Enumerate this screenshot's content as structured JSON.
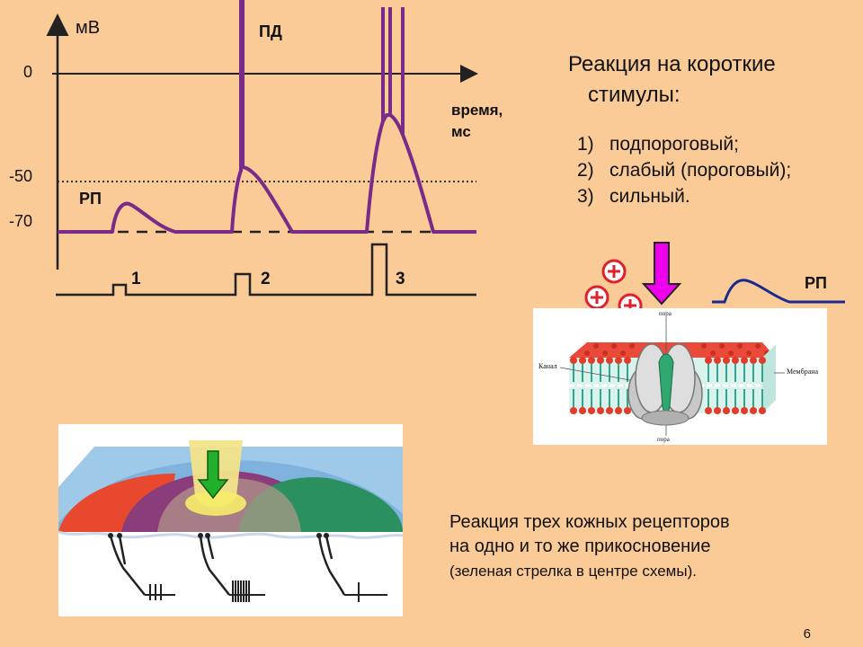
{
  "graph": {
    "y_unit": "мВ",
    "x_unit": "время,\nмс",
    "tick_zero": "0",
    "tick_minus50": "-50",
    "tick_minus70": "-70",
    "label_rp": "РП",
    "label_pd": "ПД",
    "stimulus_labels": [
      "1",
      "2",
      "3"
    ]
  },
  "right_text": {
    "title_line1": "Реакция на короткие",
    "title_line2": "стимулы:",
    "items": [
      {
        "num": "1)",
        "text": "подпороговый;"
      },
      {
        "num": "2)",
        "text": "слабый (пороговый);"
      },
      {
        "num": "3)",
        "text": "сильный."
      }
    ]
  },
  "membrane": {
    "rp_label": "РП",
    "label_channel": "Канал",
    "label_membrane": "Мембрана",
    "label_pore_top": "пора",
    "label_pore_bottom": "пора"
  },
  "caption": {
    "line1": "Реакция трех кожных рецепторов",
    "line2": "на одно и то же прикосновение",
    "line3": "(зеленая стрелка в центре схемы)."
  },
  "page_number": "6",
  "colors": {
    "background": "#fbcb97",
    "trace": "#7a2a88",
    "arrow_magenta": "#ee00ee",
    "arrow_green": "#22b02a",
    "plus_red": "#e0202a",
    "rp_curve": "#1a2a90"
  }
}
